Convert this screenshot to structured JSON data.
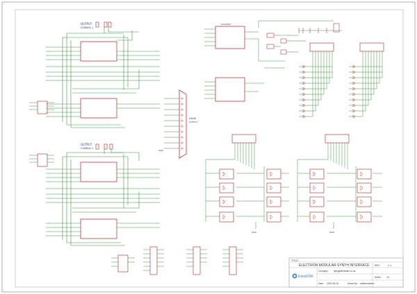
{
  "sheet": {
    "title_label": "TITLE:",
    "title": "ELECTRON MODULAR SYNTH INTERFACE",
    "rev_label": "REV:",
    "rev": "1.1",
    "company_label": "Company:",
    "company": "flyingwithdeath.co.uk",
    "sheet_label": "Sheet:",
    "sheet": "1/1",
    "date_label": "Date:",
    "date": "2020-06-02",
    "drawn_label": "Drawn By:",
    "drawn": "waltermartinez",
    "logo_text": "EasyEDA"
  },
  "labels": {
    "output_top": "OUTPUT",
    "output_top_sub": "CHANNEL 1",
    "output_bottom": "OUTPUT",
    "output_bottom_sub": "CHANNEL 2",
    "dsub_name": "DSUB",
    "dsub_sub": "OUTPUT",
    "ic_name": "DAC8568",
    "gnd": "GND",
    "plus5": "+5V"
  },
  "colors": {
    "wire": "#3f8f3f",
    "part": "#b23a3a",
    "text": "#2b3a8c",
    "border": "#9a9a9a"
  }
}
